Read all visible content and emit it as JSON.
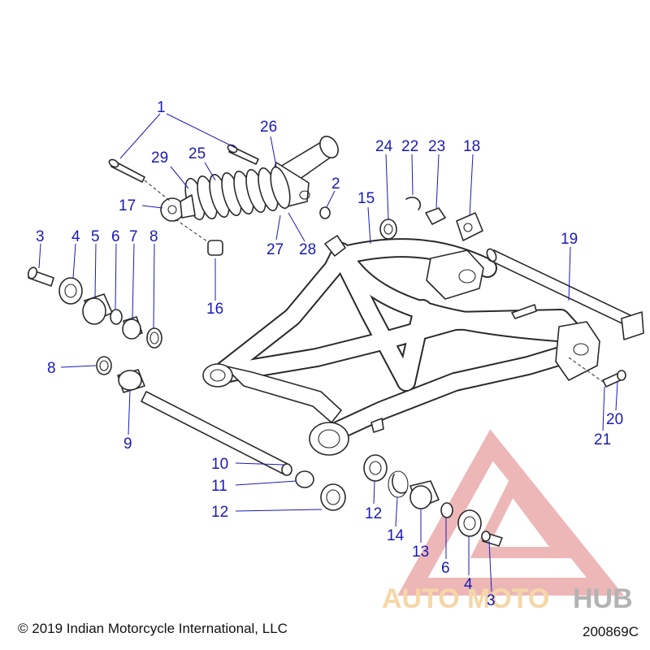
{
  "callouts": [
    {
      "id": "c1",
      "text": "1"
    },
    {
      "id": "c26",
      "text": "26"
    },
    {
      "id": "c29",
      "text": "29"
    },
    {
      "id": "c25",
      "text": "25"
    },
    {
      "id": "c17",
      "text": "17"
    },
    {
      "id": "c2",
      "text": "2"
    },
    {
      "id": "c27",
      "text": "27"
    },
    {
      "id": "c28",
      "text": "28"
    },
    {
      "id": "c16",
      "text": "16"
    },
    {
      "id": "c24",
      "text": "24"
    },
    {
      "id": "c22",
      "text": "22"
    },
    {
      "id": "c23",
      "text": "23"
    },
    {
      "id": "c18",
      "text": "18"
    },
    {
      "id": "c15",
      "text": "15"
    },
    {
      "id": "c19",
      "text": "19"
    },
    {
      "id": "c3a",
      "text": "3"
    },
    {
      "id": "c4a",
      "text": "4"
    },
    {
      "id": "c5",
      "text": "5"
    },
    {
      "id": "c6a",
      "text": "6"
    },
    {
      "id": "c7",
      "text": "7"
    },
    {
      "id": "c8a",
      "text": "8"
    },
    {
      "id": "c8b",
      "text": "8"
    },
    {
      "id": "c9",
      "text": "9"
    },
    {
      "id": "c10",
      "text": "10"
    },
    {
      "id": "c11",
      "text": "11"
    },
    {
      "id": "c12a",
      "text": "12"
    },
    {
      "id": "c12b",
      "text": "12"
    },
    {
      "id": "c14",
      "text": "14"
    },
    {
      "id": "c13",
      "text": "13"
    },
    {
      "id": "c6b",
      "text": "6"
    },
    {
      "id": "c4b",
      "text": "4"
    },
    {
      "id": "c3b",
      "text": "3"
    },
    {
      "id": "c20",
      "text": "20"
    },
    {
      "id": "c21",
      "text": "21"
    }
  ],
  "watermark": {
    "auto": "AUTO",
    "moto": "MOTO",
    "hub": "HUB",
    "color_red": "#e8a0a0",
    "color_orange": "#f2c98a",
    "color_gray": "#9a9a9a"
  },
  "footer": {
    "copyright": "© 2019 Indian Motorcycle International, LLC",
    "drawing_number": "200869C"
  },
  "colors": {
    "callout": "#1a1ab8",
    "line": "#2a2a2a"
  }
}
